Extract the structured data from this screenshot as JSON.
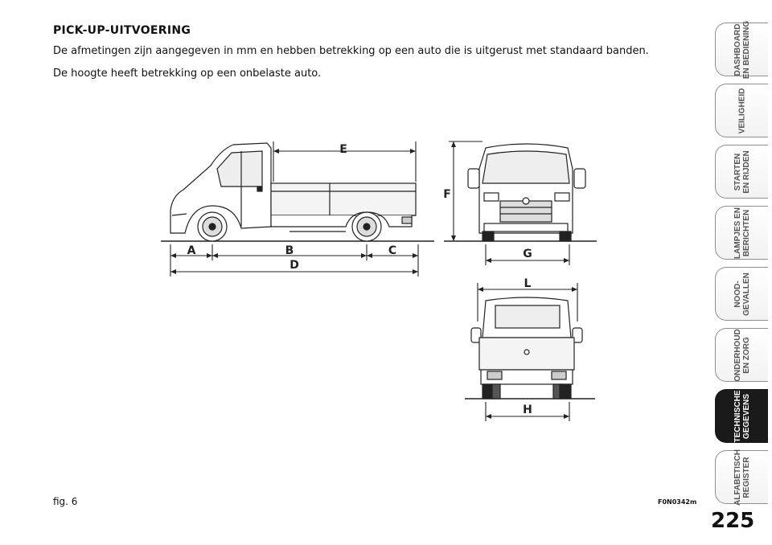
{
  "section_title": "PICK-UP-UITVOERING",
  "paragraphs": [
    "De afmetingen zijn aangegeven in mm en hebben betrekking op een auto die is uitgerust met standaard banden.",
    "De hoogte heeft betrekking op een onbelaste auto."
  ],
  "figure": {
    "caption": "fig. 6",
    "code": "F0N0342m",
    "dimension_labels": {
      "A": "A",
      "B": "B",
      "C": "C",
      "D": "D",
      "E": "E",
      "F": "F",
      "G": "G",
      "H": "H",
      "L": "L"
    }
  },
  "page_number": "225",
  "side_tabs": [
    {
      "label": "DASHBOARD\nEN BEDIENING",
      "active": false
    },
    {
      "label": "VEILIGHEID",
      "active": false
    },
    {
      "label": "STARTEN\nEN RIJDEN",
      "active": false
    },
    {
      "label": "LAMPJES EN\nBERICHTEN",
      "active": false
    },
    {
      "label": "NOOD-\nGEVALLEN",
      "active": false
    },
    {
      "label": "ONDERHOUD\nEN ZORG",
      "active": false
    },
    {
      "label": "TECHNISCHE\nGEGEVENS",
      "active": true
    },
    {
      "label": "ALFABETISCH\nREGISTER",
      "active": false
    }
  ]
}
